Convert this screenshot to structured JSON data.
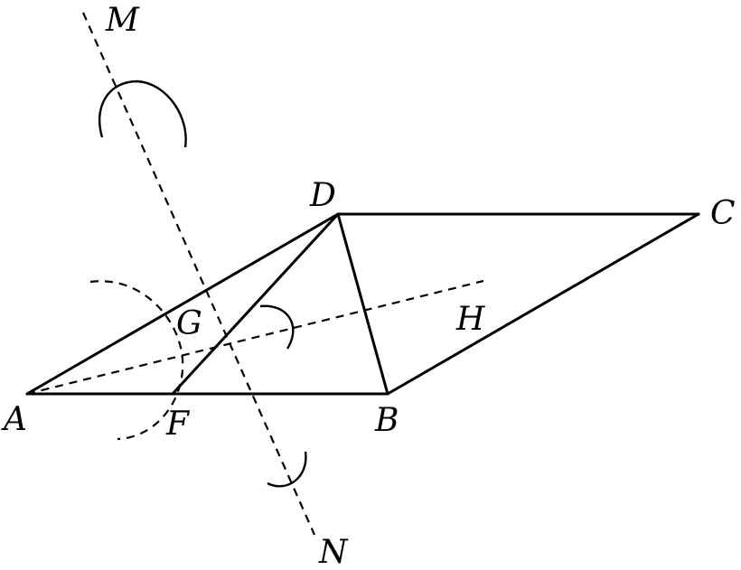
{
  "points": {
    "A": "A",
    "B": "B",
    "C": "C",
    "D": "D",
    "F": "F",
    "G": "G",
    "H": "H",
    "M": "M",
    "N": "N"
  }
}
